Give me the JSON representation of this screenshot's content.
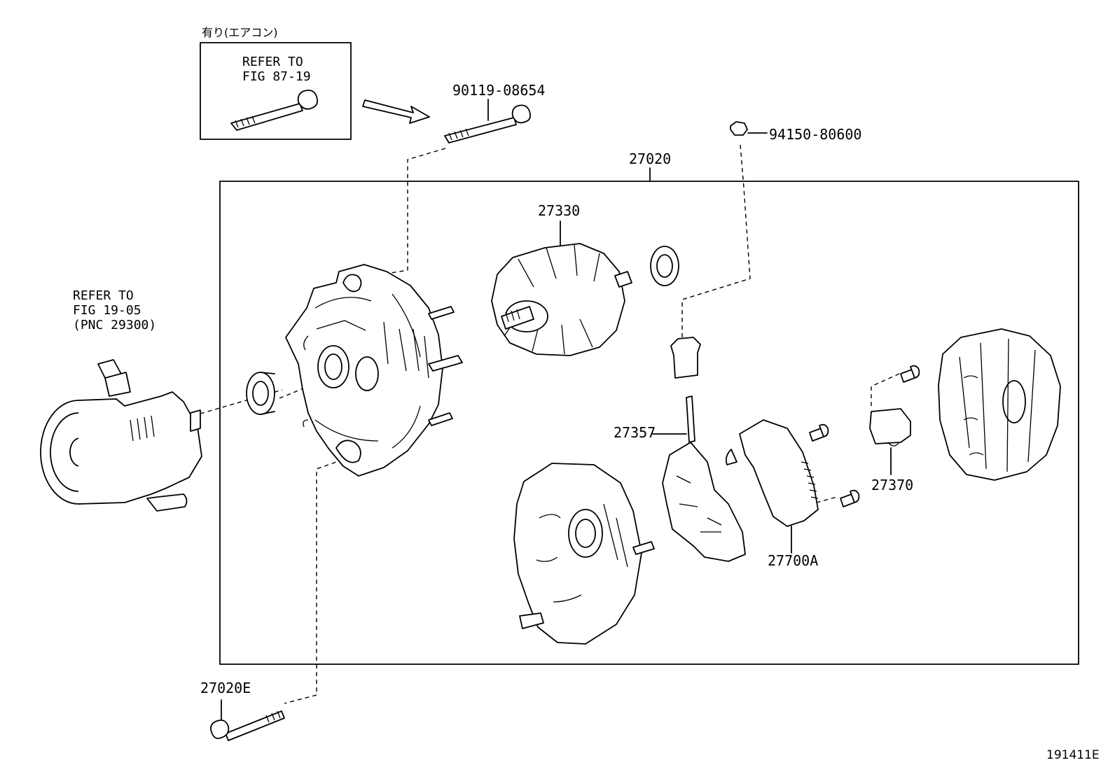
{
  "header_note": "有り(エアコン)",
  "refer_ac": {
    "line1": "REFER TO",
    "line2": "FIG 87-19"
  },
  "refer_pump": {
    "line1": "REFER TO",
    "line2": "FIG 19-05",
    "line3": "(PNC 29300)"
  },
  "parts": {
    "p90119": "90119-08654",
    "p94150": "94150-80600",
    "p27020": "27020",
    "p27330": "27330",
    "p27357": "27357",
    "p27370": "27370",
    "p27700A": "27700A",
    "p27020E": "27020E"
  },
  "figure_id": "191411E"
}
